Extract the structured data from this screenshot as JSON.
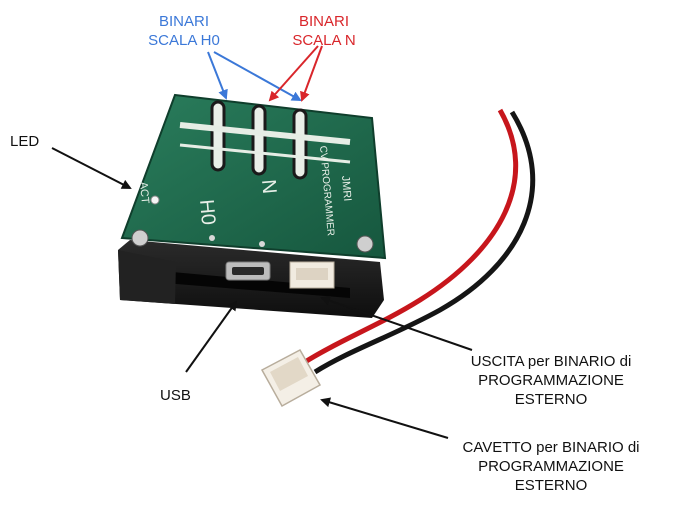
{
  "labels": {
    "binari_h0": "BINARI\nSCALA H0",
    "binari_n": "BINARI\nSCALA N",
    "led": "LED",
    "usb": "USB",
    "uscita": "USCITA per BINARIO di\nPROGRAMMAZIONE\nESTERNO",
    "cavetto": "CAVETTO per BINARIO di\nPROGRAMMAZIONE\nESTERNO"
  },
  "silkscreen": {
    "h0": "H0",
    "n": "N",
    "act": "ACT",
    "jmri": "JMRI",
    "cv_programmer": "CV PROGRAMMER"
  },
  "colors": {
    "blue_label": "#3b78d8",
    "red_label": "#d9262b",
    "pcb_green": "#1f6b4e",
    "case_black": "#1a1a1a"
  }
}
